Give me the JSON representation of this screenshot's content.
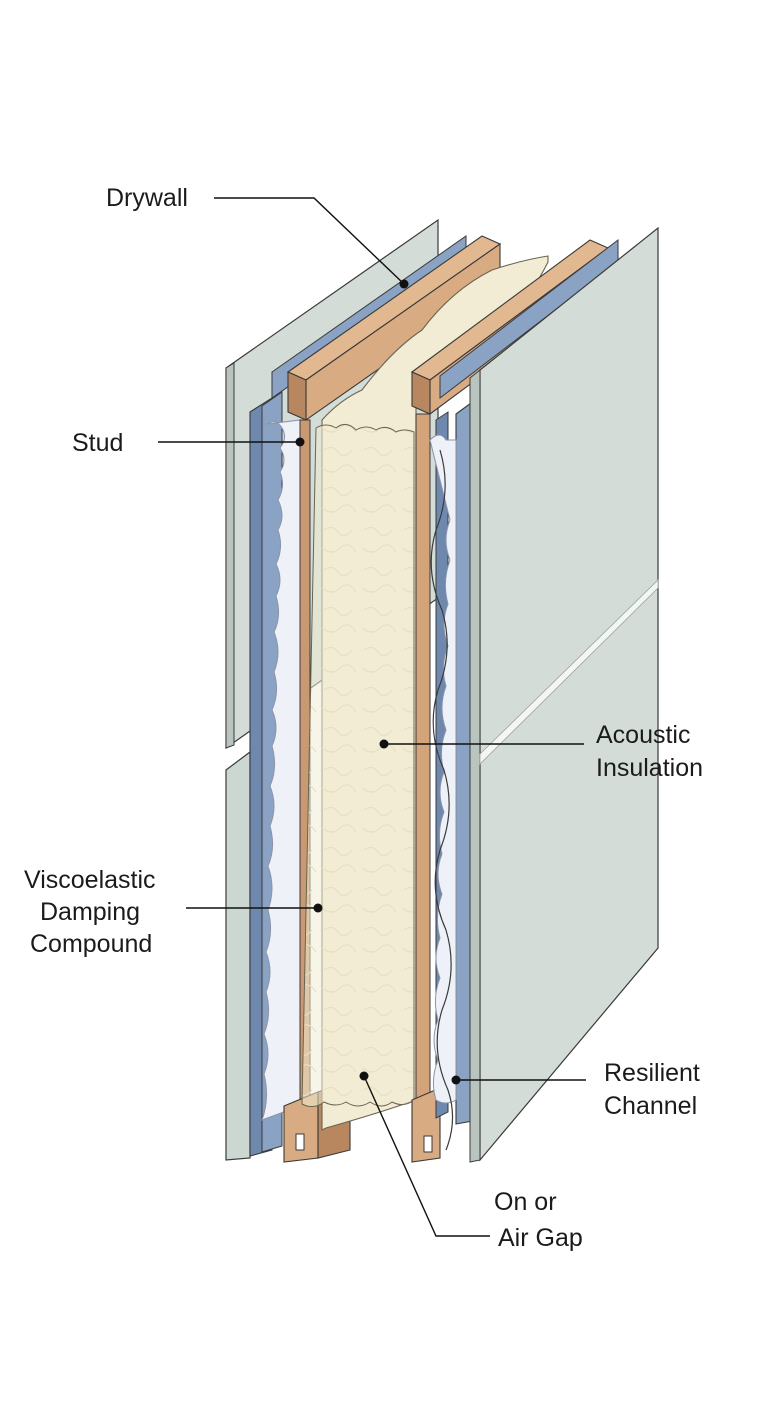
{
  "diagram": {
    "labels": {
      "drywall": "Drywall",
      "stud": "Stud",
      "acoustic_insulation": [
        "Acoustic",
        "Insulation"
      ],
      "damping_compound": [
        "Viscoelastic",
        "Damping",
        "Compound"
      ],
      "resilient_channel": [
        "Resilient",
        "Channel"
      ],
      "air_gap": [
        "On or",
        "Air Gap"
      ]
    },
    "colors": {
      "drywall_face": "#d3dcd6",
      "drywall_edge": "#b9c4be",
      "blue_layer": "#8aa3c4",
      "blue_layer_dark": "#6f88ad",
      "wood_stud": "#d9ab82",
      "wood_stud_dark": "#b9875f",
      "insulation_core": "#f1ecd3",
      "white_batt": "#eef1f8",
      "outline": "#3a3a3a"
    }
  }
}
